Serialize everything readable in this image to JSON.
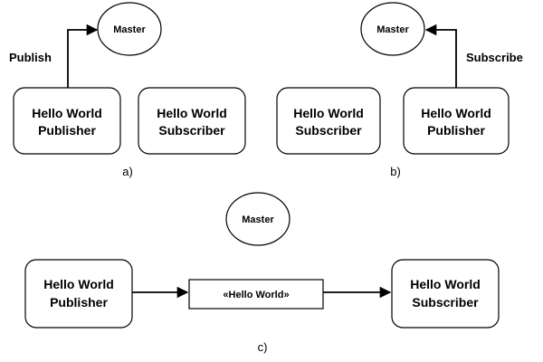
{
  "panel_a": {
    "master": "Master",
    "edge_label": "Publish",
    "publisher_line1": "Hello World",
    "publisher_line2": "Publisher",
    "subscriber_line1": "Hello World",
    "subscriber_line2": "Subscriber",
    "caption": "a)"
  },
  "panel_b": {
    "master": "Master",
    "edge_label": "Subscribe",
    "subscriber_line1": "Hello World",
    "subscriber_line2": "Subscriber",
    "publisher_line1": "Hello World",
    "publisher_line2": "Publisher",
    "caption": "b)"
  },
  "panel_c": {
    "master": "Master",
    "publisher_line1": "Hello World",
    "publisher_line2": "Publisher",
    "message": "«Hello World»",
    "subscriber_line1": "Hello World",
    "subscriber_line2": "Subscriber",
    "caption": "c)"
  }
}
